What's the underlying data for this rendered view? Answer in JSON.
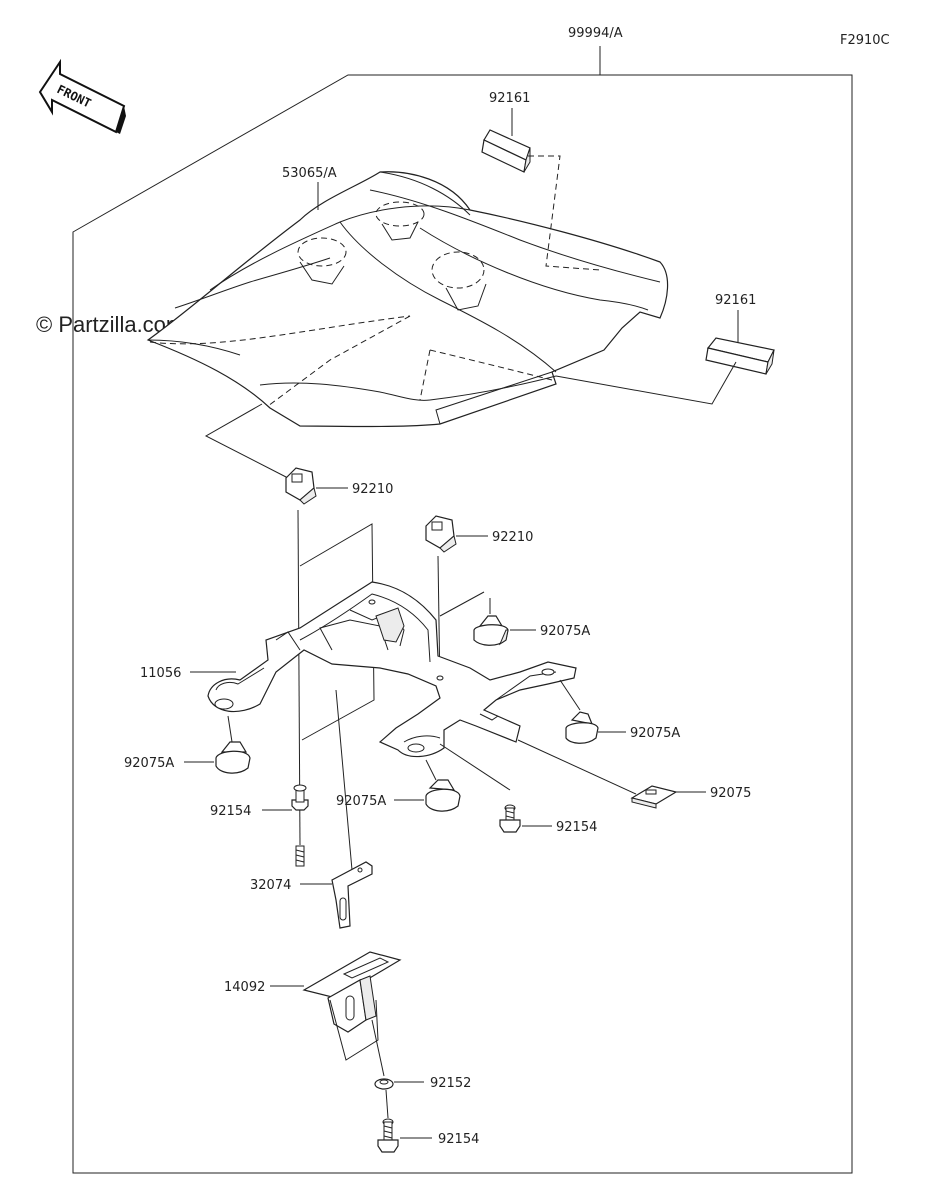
{
  "header": {
    "diagram_code": "F2910C",
    "assembly_part": "99994/A"
  },
  "front_label": "FRONT",
  "watermark": "© Partzilla.com",
  "parts": {
    "cowl": "53065/A",
    "pad_top": "92161",
    "pad_right": "92161",
    "nut_left": "92210",
    "nut_right": "92210",
    "bracket": "11056",
    "damper_upper_right": "92075A",
    "damper_right": "92075A",
    "damper_left": "92075A",
    "damper_center": "92075A",
    "plate_92075": "92075",
    "bolt_left": "92154",
    "bolt_center": "92154",
    "stay": "32074",
    "holder": "14092",
    "washer": "92152",
    "bolt_bottom": "92154"
  },
  "colors": {
    "line": "#222222",
    "background": "#ffffff"
  }
}
